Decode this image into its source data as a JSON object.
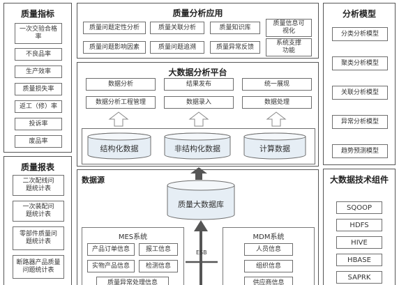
{
  "quality_indicators": {
    "title": "质量指标",
    "items": [
      "一次交验合格率",
      "不良品率",
      "生产效率",
      "质量损失率",
      "返工（修）率",
      "投诉率",
      "废品率"
    ]
  },
  "quality_reports": {
    "title": "质量报表",
    "items": [
      "二次配线问题统计表",
      "一次装配问题统计表",
      "零部件质量问题统计表",
      "断路器产品质量问题统计表"
    ]
  },
  "quality_apps": {
    "title": "质量分析应用",
    "items": [
      "质量问题定性分析",
      "质量关联分析",
      "质量知识库",
      "质量信息可视化",
      "质量问题影响因素",
      "质量问题追溯",
      "质量异常反馈",
      "系统支撑功能"
    ]
  },
  "platform": {
    "title": "大数据分析平台",
    "items": [
      "数据分析",
      "结果发布",
      "统一展现",
      "数据分析工程管理",
      "数据录入",
      "数据处理"
    ],
    "stores": [
      "结构化数据",
      "非结构化数据",
      "计算数据"
    ]
  },
  "datasource": {
    "title": "数据源",
    "db_label": "质量大数据库",
    "esb": "ESB",
    "mes": {
      "title": "MES系统",
      "items": [
        "产品订单信息",
        "报工信息",
        "实物产品信息",
        "检测信息",
        "质量异常处理信息"
      ]
    },
    "mdm": {
      "title": "MDM系统",
      "items": [
        "人员信息",
        "组织信息",
        "供应商信息"
      ]
    }
  },
  "models": {
    "title": "分析模型",
    "items": [
      "分类分析模型",
      "聚类分析模型",
      "关联分析模型",
      "异常分析模型",
      "趋势预测模型"
    ]
  },
  "tech": {
    "title": "大数据技术组件",
    "items": [
      "SQOOP",
      "HDFS",
      "HIVE",
      "HBASE",
      "SAPRK"
    ]
  },
  "colors": {
    "border": "#555555",
    "db_fill": "#e6eef5",
    "arrow_fill": "#ffffff"
  }
}
